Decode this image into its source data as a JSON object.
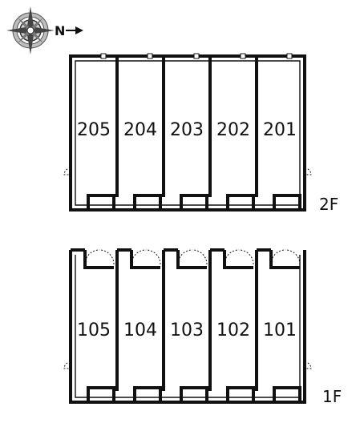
{
  "compass": {
    "north_label": "N",
    "icon": "compass-rose-icon",
    "orientation": "north-right"
  },
  "floors": [
    {
      "id": "2F",
      "label": "2F",
      "units": [
        "205",
        "204",
        "203",
        "202",
        "201"
      ]
    },
    {
      "id": "1F",
      "label": "1F",
      "units": [
        "105",
        "104",
        "103",
        "102",
        "101"
      ]
    }
  ],
  "colors": {
    "line": "#111111",
    "background": "#ffffff"
  }
}
